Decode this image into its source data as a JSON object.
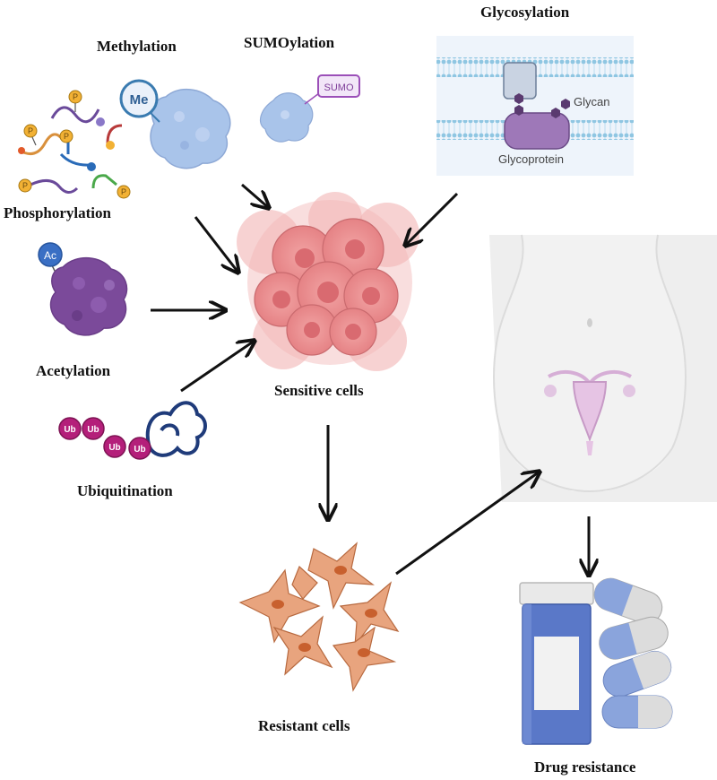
{
  "labels": {
    "methylation": "Methylation",
    "sumoylation": "SUMOylation",
    "glycosylation": "Glycosylation",
    "phosphorylation": "Phosphorylation",
    "acetylation": "Acetylation",
    "ubiquitination": "Ubiquitination",
    "sensitive_cells": "Sensitive cells",
    "resistant_cells": "Resistant cells",
    "drug_resistance": "Drug resistance"
  },
  "tags": {
    "me": "Me",
    "sumo": "SUMO",
    "ac": "Ac",
    "ub": "Ub",
    "p": "P",
    "glycan": "Glycan",
    "glycoprotein": "Glycoprotein"
  },
  "colors": {
    "phospho_tag": "#f2b134",
    "methyl_protein": "#a9c4ea",
    "sumo_tag": "#9b4fb8",
    "acetyl_protein": "#7b4a9a",
    "ub_tag": "#b41f7a",
    "sensitive_cell": "#e88e8e",
    "resistant_cell": "#d87a4c",
    "membrane": "#bfe0f0",
    "glycoprotein": "#9e78b8",
    "pill_bottle": "#5a78c8",
    "capsule": "#8aa4dc",
    "arrow": "#111111"
  },
  "icons": [
    "phosphate-group-icon",
    "methyl-protein-icon",
    "sumo-protein-icon",
    "membrane-glycoprotein-icon",
    "acetyl-protein-icon",
    "ubiquitin-chain-icon",
    "tumor-cell-cluster-icon",
    "fibroblast-cells-icon",
    "female-torso-icon",
    "pill-bottle-icon",
    "capsules-icon"
  ]
}
